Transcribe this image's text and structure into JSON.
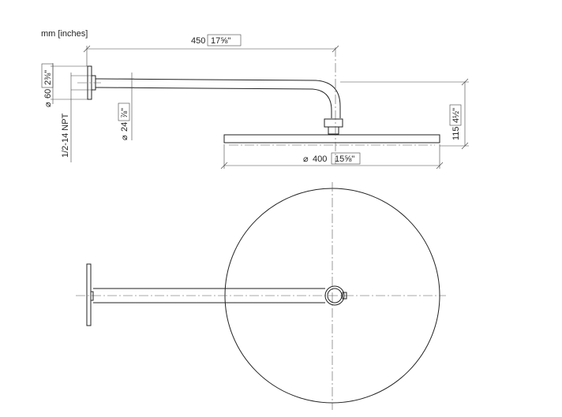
{
  "units_label": "mm [inches]",
  "dimensions": {
    "arm_length": {
      "mm": "450",
      "inches": "17⅝\""
    },
    "flange_diameter": {
      "mm": "60",
      "inches": "2⅜\""
    },
    "arm_diameter": {
      "mm": "24",
      "inches": "⅞\""
    },
    "head_diameter": {
      "mm": "400",
      "inches": "15⅝\""
    },
    "height_drop": {
      "mm": "115",
      "inches": "4½\""
    },
    "thread": "1/2-14 NPT"
  },
  "symbols": {
    "diameter": "⌀"
  }
}
